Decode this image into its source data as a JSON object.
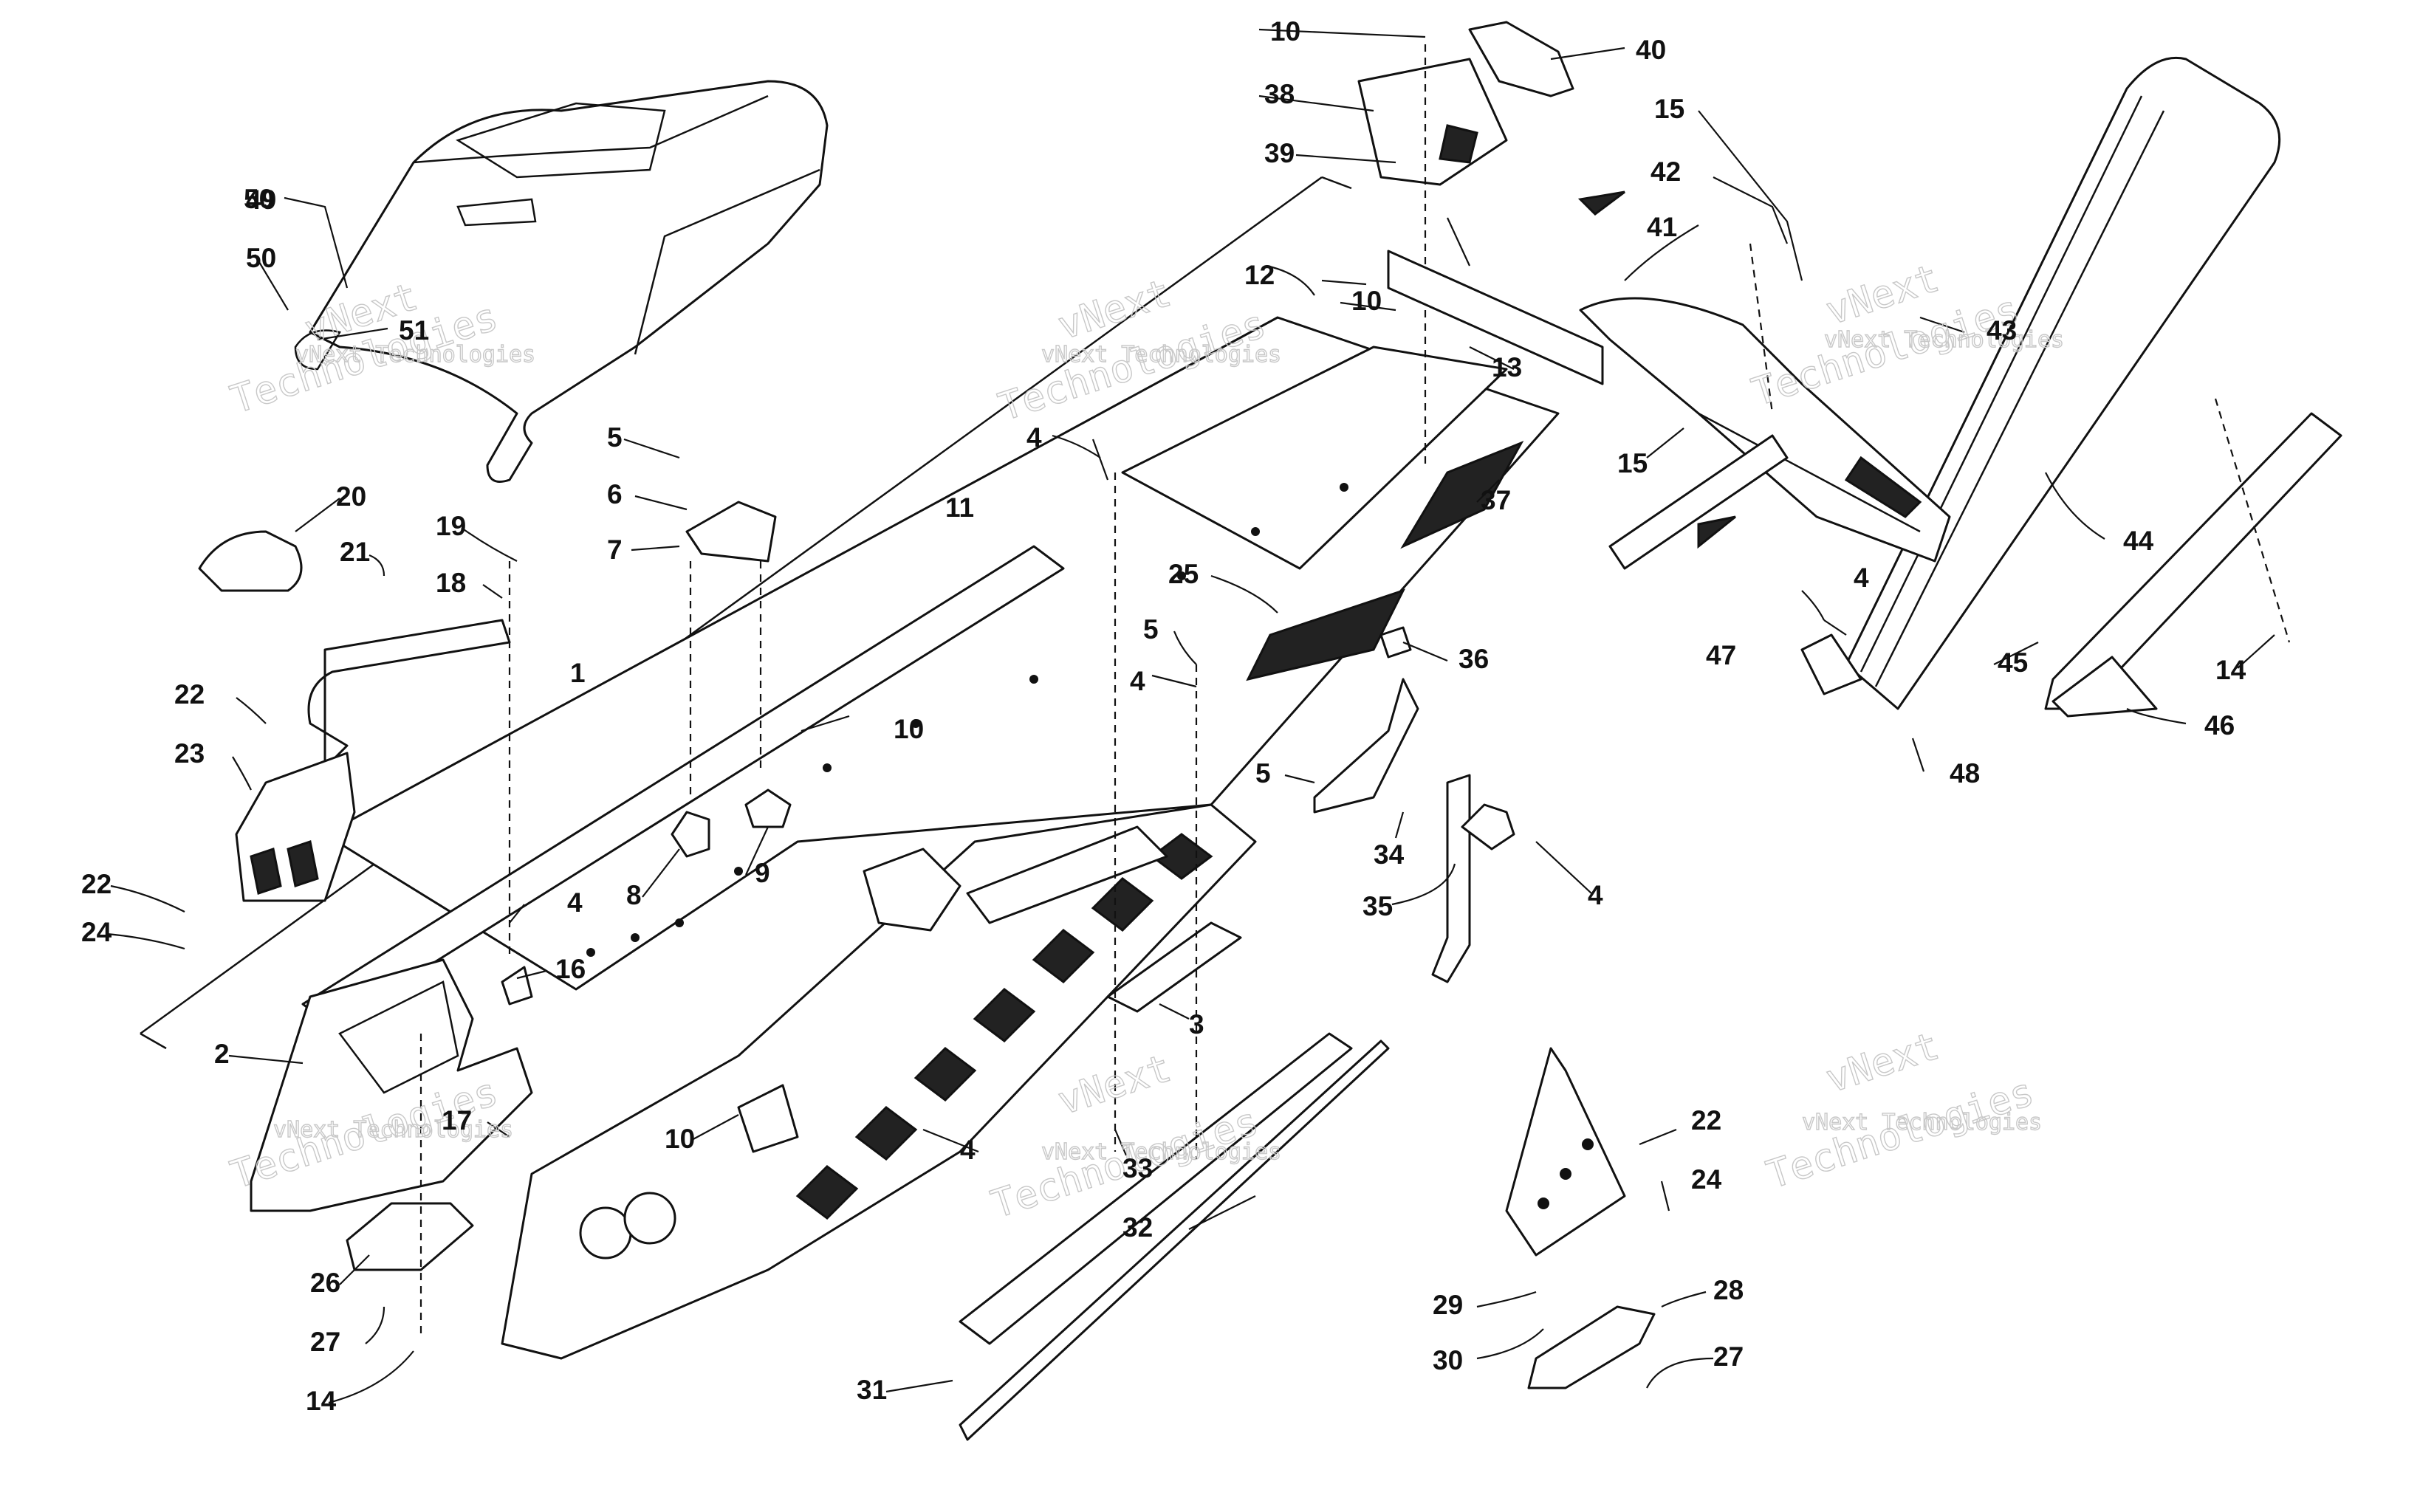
{
  "watermark": {
    "line1": "vNext Technologies",
    "line2": "vNext",
    "line3": "Technologies"
  },
  "callouts": {
    "c1": "1",
    "c2": "2",
    "c3": "3",
    "c4a": "4",
    "c4b": "4",
    "c4c": "4",
    "c4d": "4",
    "c4e": "4",
    "c4f": "4",
    "c5a": "5",
    "c5b": "5",
    "c5c": "5",
    "c6": "6",
    "c7": "7",
    "c8": "8",
    "c9": "9",
    "c10a": "10",
    "c10b": "10",
    "c10c": "10",
    "c10d": "10",
    "c11": "11",
    "c12": "12",
    "c13": "13",
    "c14a": "14",
    "c14b": "14",
    "c15a": "15",
    "c15b": "15",
    "c16": "16",
    "c17": "17",
    "c18": "18",
    "c19": "19",
    "c20": "20",
    "c21": "21",
    "c22a": "22",
    "c22b": "22",
    "c22c": "22",
    "c23": "23",
    "c24a": "24",
    "c24b": "24",
    "c25": "25",
    "c26": "26",
    "c27a": "27",
    "c27b": "27",
    "c28": "28",
    "c29": "29",
    "c30": "30",
    "c31": "31",
    "c32": "32",
    "c33": "33",
    "c34": "34",
    "c35": "35",
    "c36": "36",
    "c37": "37",
    "c38": "38",
    "c39": "39",
    "c40": "40",
    "c41": "41",
    "c42": "42",
    "c43": "43",
    "c44": "44",
    "c45": "45",
    "c46": "46",
    "c47": "47",
    "c48": "48",
    "c49": "49",
    "c50": "50",
    "c51": "51"
  }
}
